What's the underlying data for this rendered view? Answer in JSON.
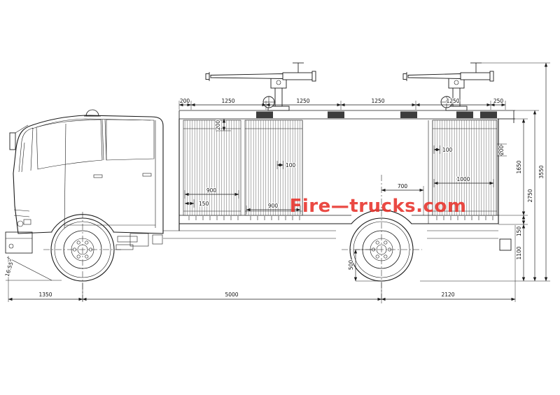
{
  "watermark": {
    "text": "Fire—trucks.com",
    "color": "#e8312a"
  },
  "drawing": {
    "type": "technical side elevation",
    "subject": "fire truck with two roof water monitors"
  },
  "dimensions": {
    "top": [
      "200",
      "1250",
      "1250",
      "1250",
      "1250",
      "250"
    ],
    "right": [
      "1650",
      "150",
      "1100",
      "2750",
      "3550"
    ],
    "bottom": [
      "1350",
      "5000",
      "2120"
    ],
    "interior": {
      "bay1_top": "200",
      "bay1_width": "900",
      "bay1_small": "150",
      "bay2_small": "100",
      "bay2_width": "900",
      "bay3_top": "100",
      "bay3_width": "1000",
      "axle_to_body": "700",
      "bay3_side": "200",
      "axle_height": "500"
    },
    "approach_angle": "16.55°"
  }
}
